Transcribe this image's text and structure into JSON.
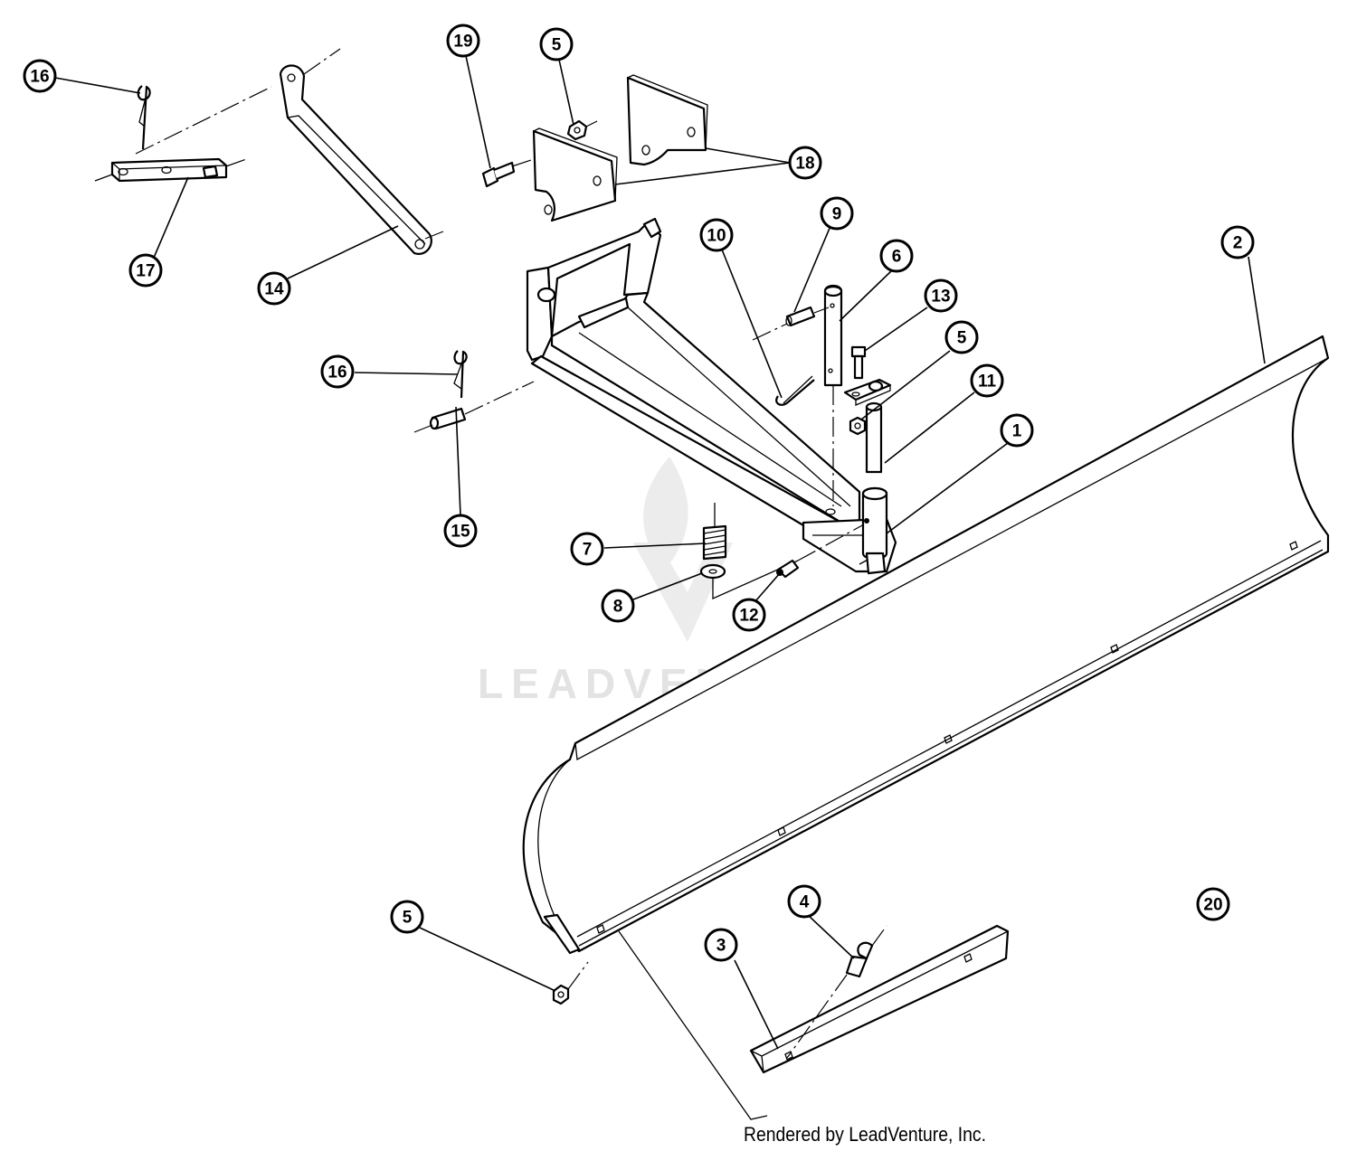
{
  "watermark": {
    "text": "LEADVENTURE"
  },
  "credit": {
    "text": "Rendered by LeadVenture, Inc."
  },
  "callouts": [
    {
      "id": "c16a",
      "label": "16"
    },
    {
      "id": "c17",
      "label": "17"
    },
    {
      "id": "c14",
      "label": "14"
    },
    {
      "id": "c19",
      "label": "19"
    },
    {
      "id": "c5a",
      "label": "5"
    },
    {
      "id": "c18",
      "label": "18"
    },
    {
      "id": "c9",
      "label": "9"
    },
    {
      "id": "c10",
      "label": "10"
    },
    {
      "id": "c6",
      "label": "6"
    },
    {
      "id": "c13",
      "label": "13"
    },
    {
      "id": "c5b",
      "label": "5"
    },
    {
      "id": "c11",
      "label": "11"
    },
    {
      "id": "c2",
      "label": "2"
    },
    {
      "id": "c1",
      "label": "1"
    },
    {
      "id": "c16b",
      "label": "16"
    },
    {
      "id": "c15",
      "label": "15"
    },
    {
      "id": "c7",
      "label": "7"
    },
    {
      "id": "c8",
      "label": "8"
    },
    {
      "id": "c12",
      "label": "12"
    },
    {
      "id": "c5c",
      "label": "5"
    },
    {
      "id": "c4",
      "label": "4"
    },
    {
      "id": "c3",
      "label": "3"
    },
    {
      "id": "c20",
      "label": "20"
    }
  ]
}
